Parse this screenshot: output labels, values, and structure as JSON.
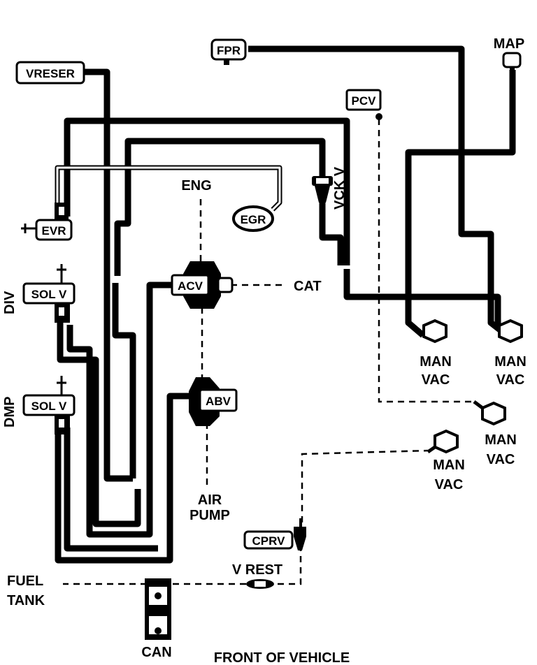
{
  "labels": {
    "fpr": "FPR",
    "map": "MAP",
    "vreser": "VRESER",
    "pcv": "PCV",
    "eng": "ENG",
    "vckv": "VCK V",
    "egr": "EGR",
    "evr": "EVR",
    "acv": "ACV",
    "cat": "CAT",
    "div": "DIV",
    "solv_div": "SOL V",
    "dmp": "DMP",
    "solv_dmp": "SOL V",
    "abv": "ABV",
    "man": "MAN",
    "vac": "VAC",
    "air": "AIR",
    "pump": "PUMP",
    "cprv": "CPRV",
    "vrest": "V REST",
    "fuel": "FUEL",
    "tank": "TANK",
    "can": "CAN",
    "front": "FRONT OF VEHICLE"
  }
}
